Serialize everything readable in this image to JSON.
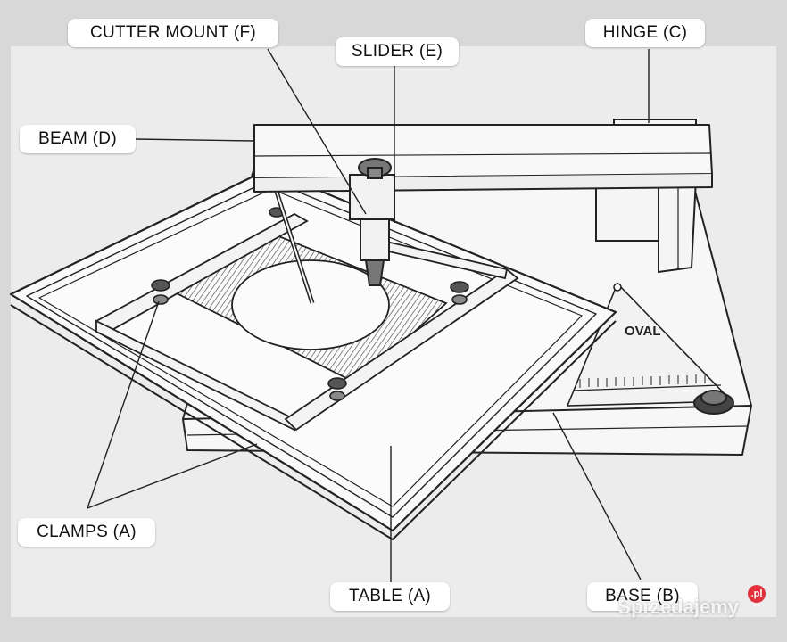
{
  "labels": {
    "cutter_mount": "CUTTER MOUNT (F)",
    "slider": "SLIDER (E)",
    "hinge": "HINGE (C)",
    "beam": "BEAM (D)",
    "clamps": "CLAMPS (A)",
    "table": "TABLE (A)",
    "base": "BASE (B)"
  },
  "logo_text": "OVAL",
  "watermark": {
    "text": "Sprzedajemy",
    "badge": ".pl"
  },
  "colors": {
    "background": "#eaeaea",
    "line": "#222222",
    "label_bg": "#ffffff"
  }
}
